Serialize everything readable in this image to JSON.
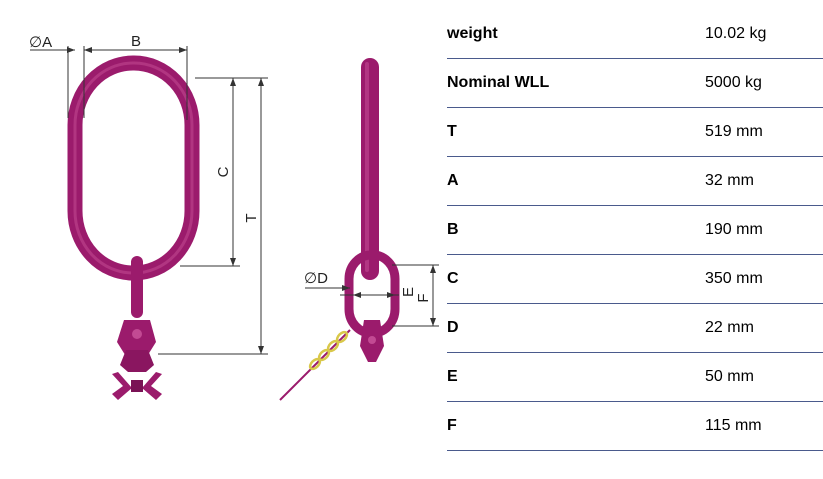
{
  "colors": {
    "chain_magenta": "#9b1b6c",
    "chain_highlight": "#c24a93",
    "tag_yellow": "#d9c84a",
    "row_line": "#4a5a8c",
    "dimension_line": "#333333"
  },
  "diagram": {
    "labels": {
      "dia_a": "∅A",
      "b": "B",
      "c": "C",
      "t": "T",
      "dia_d": "∅D",
      "e": "E",
      "f": "F"
    }
  },
  "specs": [
    {
      "label": "weight",
      "value": "10.02 kg"
    },
    {
      "label": "Nominal WLL",
      "value": "5000 kg"
    },
    {
      "label": "T",
      "value": "519 mm"
    },
    {
      "label": "A",
      "value": "32 mm"
    },
    {
      "label": "B",
      "value": "190 mm"
    },
    {
      "label": "C",
      "value": "350 mm"
    },
    {
      "label": "D",
      "value": "22 mm"
    },
    {
      "label": "E",
      "value": "50 mm"
    },
    {
      "label": "F",
      "value": "115 mm"
    }
  ]
}
